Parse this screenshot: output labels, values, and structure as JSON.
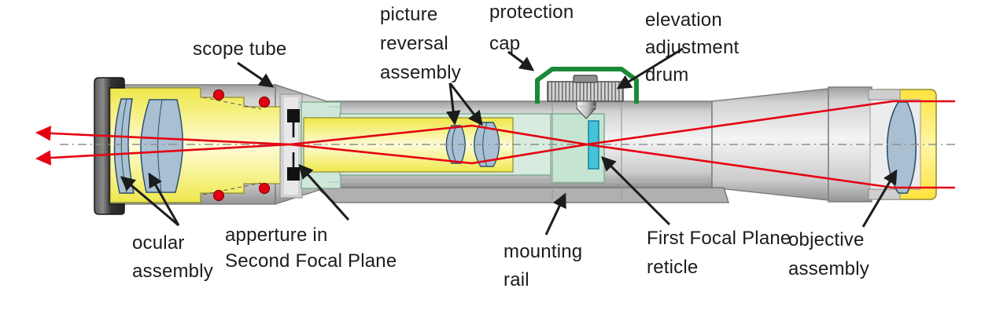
{
  "diagram": {
    "subject": "rifle scope cross-section",
    "labels": {
      "scope_tube": {
        "lines": [
          "scope tube"
        ]
      },
      "picture_reversal": {
        "lines": [
          "picture",
          "reversal",
          "assembly"
        ]
      },
      "protection_cap": {
        "lines": [
          "protection",
          "cap"
        ]
      },
      "elevation_drum": {
        "lines": [
          "elevation",
          "adjustment",
          "drum"
        ]
      },
      "ocular": {
        "lines": [
          "ocular",
          "assembly"
        ]
      },
      "aperture": {
        "lines": [
          "apperture in",
          "Second Focal Plane"
        ]
      },
      "mounting_rail": {
        "lines": [
          "mounting",
          "rail"
        ]
      },
      "ffp_reticle": {
        "lines": [
          "First Focal Plane",
          "reticle"
        ]
      },
      "objective": {
        "lines": [
          "objective",
          "assembly"
        ]
      }
    },
    "colors": {
      "label_text": "#1c1c1c",
      "arrow_black": "#1c1c1c",
      "light_ray_red": "#e60012",
      "seal_red": "#e30010",
      "protection_cap_green": "#1a8a3a",
      "reticle_cyan": "#46c2da",
      "lens_blue": "#a9c0d2",
      "lens_outline_blue": "#2d4f6e",
      "housing_yellow": "#f2ec62",
      "erector_tube_mint": "#d7ecdf",
      "tube_gray": "#d6d6d6",
      "rail_gray": "#b0b0b0",
      "eyepiece_dark": "#3f3f3f",
      "background": "#ffffff"
    }
  }
}
